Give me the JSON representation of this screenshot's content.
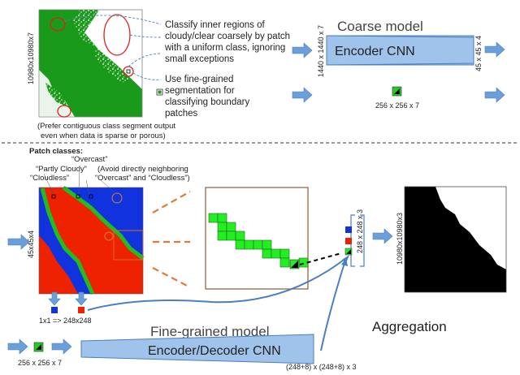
{
  "top": {
    "size_label": "10980x10980x7",
    "note_classify_inner": [
      "Classify inner regions of",
      "cloudy/clear coarsely by patch",
      "with a uniform class, ignoring",
      "small exceptions"
    ],
    "note_fine_grained": [
      "Use fine-grained",
      "segmentation for",
      "classifying boundary",
      "patches"
    ],
    "note_prefer": [
      "(Prefer contiguous class segment output",
      "even when data is sparse or porous)"
    ],
    "coarse_title": "Coarse model",
    "encoder_label": "Encoder CNN",
    "input_dim": "1440 x 1440 x 7",
    "output_dim": "45 x 45 x 4",
    "patch_dim": "256 x 256 x 7"
  },
  "bottom": {
    "patch_classes": "Patch classes:",
    "class_overcast": "“Overcast”",
    "class_partly": "“Partly Cloudy”",
    "class_cloudless": "“Cloudless”",
    "avoid_note": [
      "(Avoid directly neighboring",
      "“Overcast” and “Cloudless”)"
    ],
    "grid_dim": "45x45x4",
    "upsample": "1x1 => 248x248",
    "seg_dim": "248 x 248 x 3",
    "out_dim": "10980x10980x3",
    "fine_title": "Fine-grained model",
    "encdec_label": "Encoder/Decoder CNN",
    "fine_input_dim": "256 x 256 x 7",
    "fine_output_dim": "(248+8) x (248+8) x 3",
    "aggregation": "Aggregation"
  },
  "colors": {
    "green": "#119911",
    "red": "#ee2200",
    "blue": "#1133dd",
    "arrow": "#6a9fd8",
    "model_fill": "#9fc3ea",
    "model_stroke": "#4a7fc0",
    "highlight": "#d86b2b",
    "bright_green": "#22ee22"
  }
}
